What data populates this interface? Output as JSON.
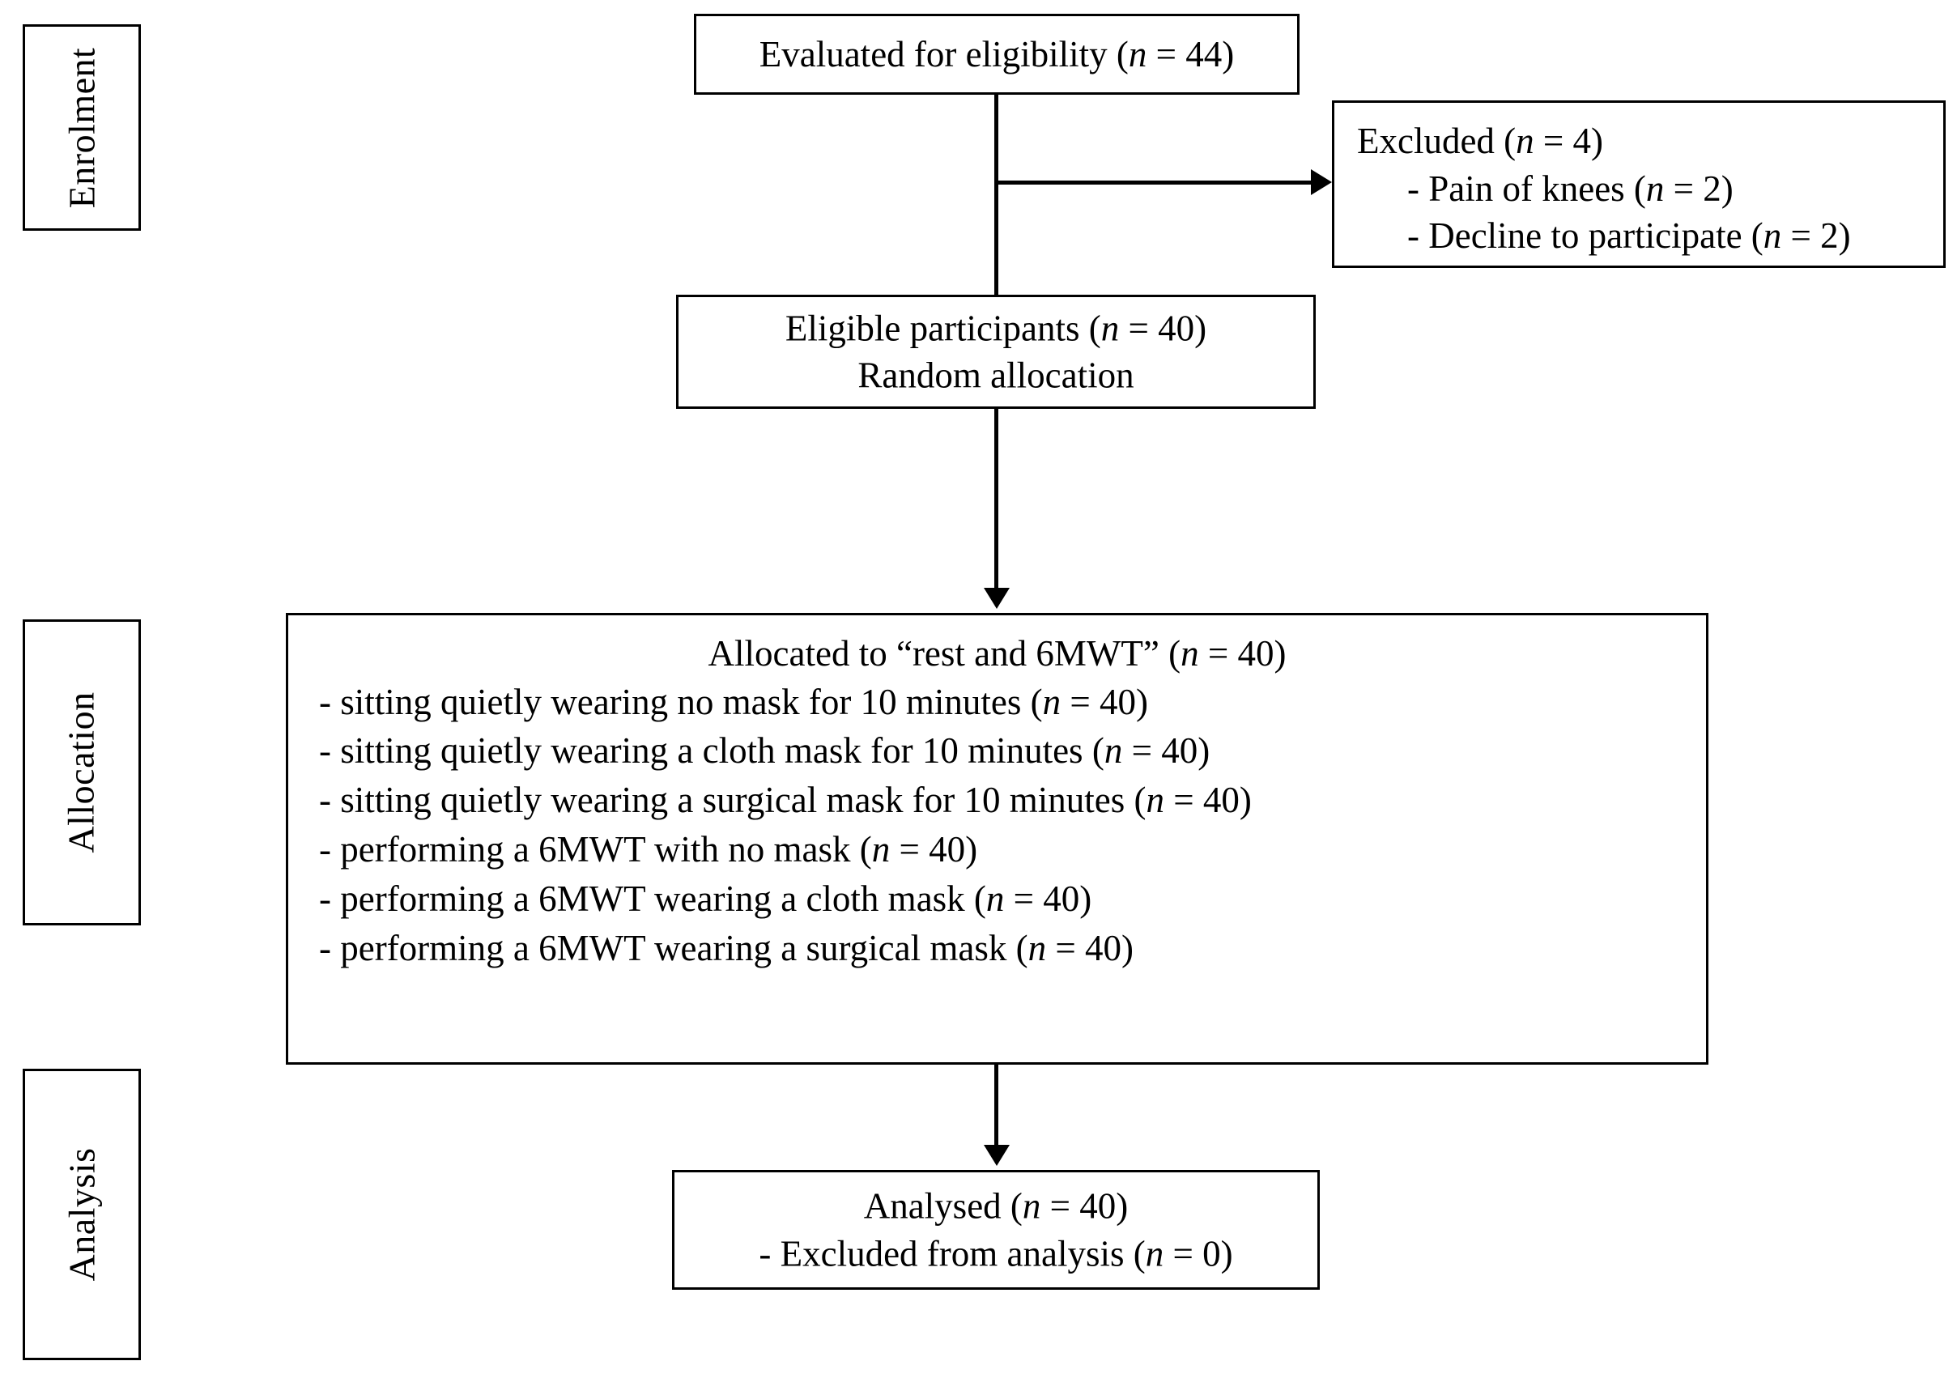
{
  "diagram": {
    "title": "CONSORT participant flow diagram",
    "stages": [
      {
        "id": "enrolment",
        "label": "Enrolment"
      },
      {
        "id": "allocation",
        "label": "Allocation"
      },
      {
        "id": "analysis",
        "label": "Analysis"
      }
    ],
    "nodes": {
      "eligibility": {
        "name": "evaluated-for-eligibility",
        "text": "Evaluated for eligibility (n = 44)",
        "prefix": "Evaluated for eligibility (",
        "n_symbol": "n",
        "suffix": " = 44)",
        "count": 44
      },
      "excluded": {
        "name": "excluded",
        "head_prefix": "Excluded (",
        "head_n": "n",
        "head_suffix": " = 4)",
        "count": 4,
        "reasons": [
          {
            "prefix": "- Pain of knees (",
            "n": "n",
            "suffix": " = 2)",
            "count": 2
          },
          {
            "prefix": "- Decline to participate (",
            "n": "n",
            "suffix": " = 2)",
            "count": 2
          }
        ]
      },
      "eligible": {
        "name": "eligible-participants",
        "line1_prefix": "Eligible participants (",
        "line1_n": "n",
        "line1_suffix": " = 40)",
        "line2": "Random allocation",
        "count": 40
      },
      "allocated": {
        "name": "allocated-to-rest-and-6mwt",
        "head_prefix": "Allocated to “rest and 6MWT” (",
        "head_n": "n",
        "head_suffix": " = 40)",
        "count": 40,
        "items": [
          {
            "prefix": "- sitting quietly wearing no mask for 10 minutes (",
            "n": "n",
            "suffix": " = 40)",
            "count": 40
          },
          {
            "prefix": "- sitting quietly wearing a cloth mask for 10 minutes (",
            "n": "n",
            "suffix": " = 40)",
            "count": 40
          },
          {
            "prefix": "- sitting quietly wearing a surgical mask for 10 minutes (",
            "n": "n",
            "suffix": " = 40)",
            "count": 40
          },
          {
            "prefix": "- performing a 6MWT with no mask (",
            "n": "n",
            "suffix": " = 40)",
            "count": 40
          },
          {
            "prefix": "- performing a 6MWT wearing a cloth mask (",
            "n": "n",
            "suffix": " = 40)",
            "count": 40
          },
          {
            "prefix": "- performing a 6MWT wearing a surgical mask (",
            "n": "n",
            "suffix": " = 40)",
            "count": 40
          }
        ]
      },
      "analysed": {
        "name": "analysed",
        "line1_prefix": "Analysed (",
        "line1_n": "n",
        "line1_suffix": " = 40)",
        "count": 40,
        "line2_prefix": "- Excluded from analysis (",
        "line2_n": "n",
        "line2_suffix": " = 0)",
        "excluded_count": 0
      }
    },
    "colors": {
      "border": "#000000",
      "background": "#ffffff",
      "text": "#000000"
    }
  }
}
